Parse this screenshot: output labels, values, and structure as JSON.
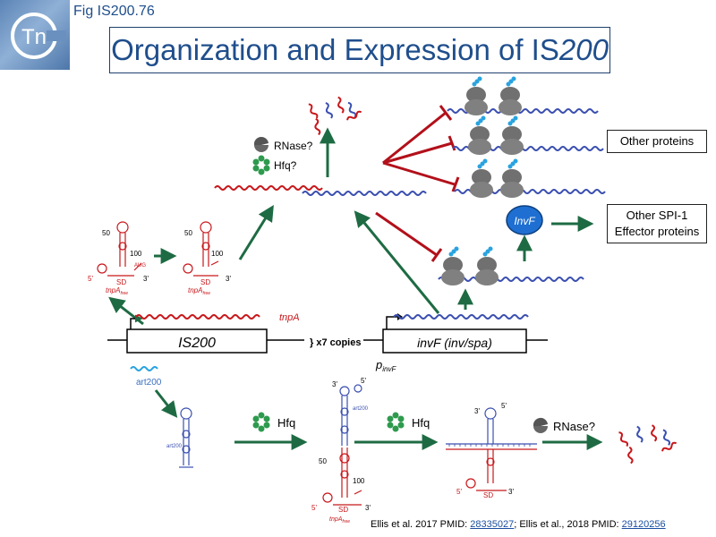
{
  "header": {
    "fig_label": "Fig IS200.76",
    "title_main": "Organization and Expression of IS",
    "title_italic": "200",
    "logo_text": "Tn"
  },
  "boxes": {
    "other_proteins": "Other proteins",
    "spi1_line1": "Other SPI-1",
    "spi1_line2": "Effector proteins"
  },
  "labels": {
    "rnase_q": "RNase?",
    "hfq_q": "Hfq?",
    "invf_protein": "InvF",
    "tnpA": "tnpA",
    "is200": "IS200",
    "copies": "} x7 copies",
    "invf_gene": "invF (inv/spa)",
    "pinvf_p": "p",
    "pinvf_sub": "invF",
    "art200": "art200",
    "hfq": "Hfq",
    "rnase": "RNase?",
    "sd": "SD",
    "three_prime": "3'",
    "five_prime": "5'",
    "n50": "50",
    "n100": "100",
    "tnpA_free": "tnpA",
    "free_sub": "free",
    "aug": "AUG",
    "art200_small": "art200"
  },
  "citation": {
    "part1": "Ellis et al. 2017 PMID: ",
    "pmid1": "28335027",
    "part2": "; Ellis et al., 2018 PMID: ",
    "pmid2": "29120256"
  },
  "colors": {
    "title": "#1f4e8c",
    "rna_red": "#c8171b",
    "rna_blue": "#3a4fb0",
    "arrow_green": "#1e6b43",
    "inhibit_red": "#b2101a",
    "invf_fill": "#1e6fd1",
    "ribosome": "#707070"
  }
}
